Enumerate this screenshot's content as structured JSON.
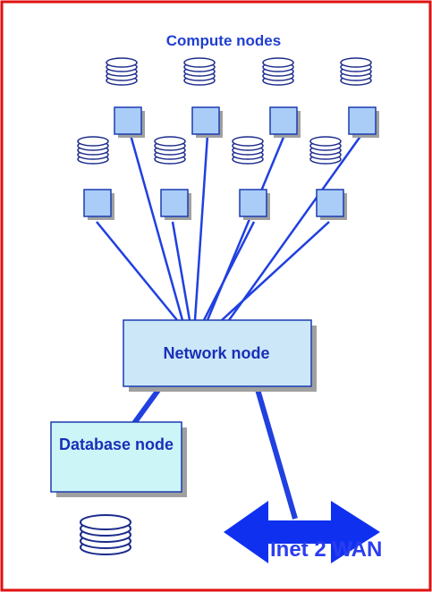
{
  "diagram": {
    "title": "Compute nodes",
    "network_node_label": "Network node",
    "database_node_label": "Database node",
    "wan_label": "Inet 2 WAN"
  },
  "colors": {
    "border": "#e01010",
    "box_fill": "#a9cdf7",
    "box_stroke": "#1c3cb0",
    "network_fill": "#cce8f8",
    "database_fill": "#ccf5f8",
    "line": "#2040e0",
    "arrow": "#1030f0",
    "shadow": "#a0a0a0",
    "text": "#1f3fcf"
  },
  "icons": [
    "disk-stack-icon",
    "compute-node-icon",
    "double-arrow-icon"
  ]
}
